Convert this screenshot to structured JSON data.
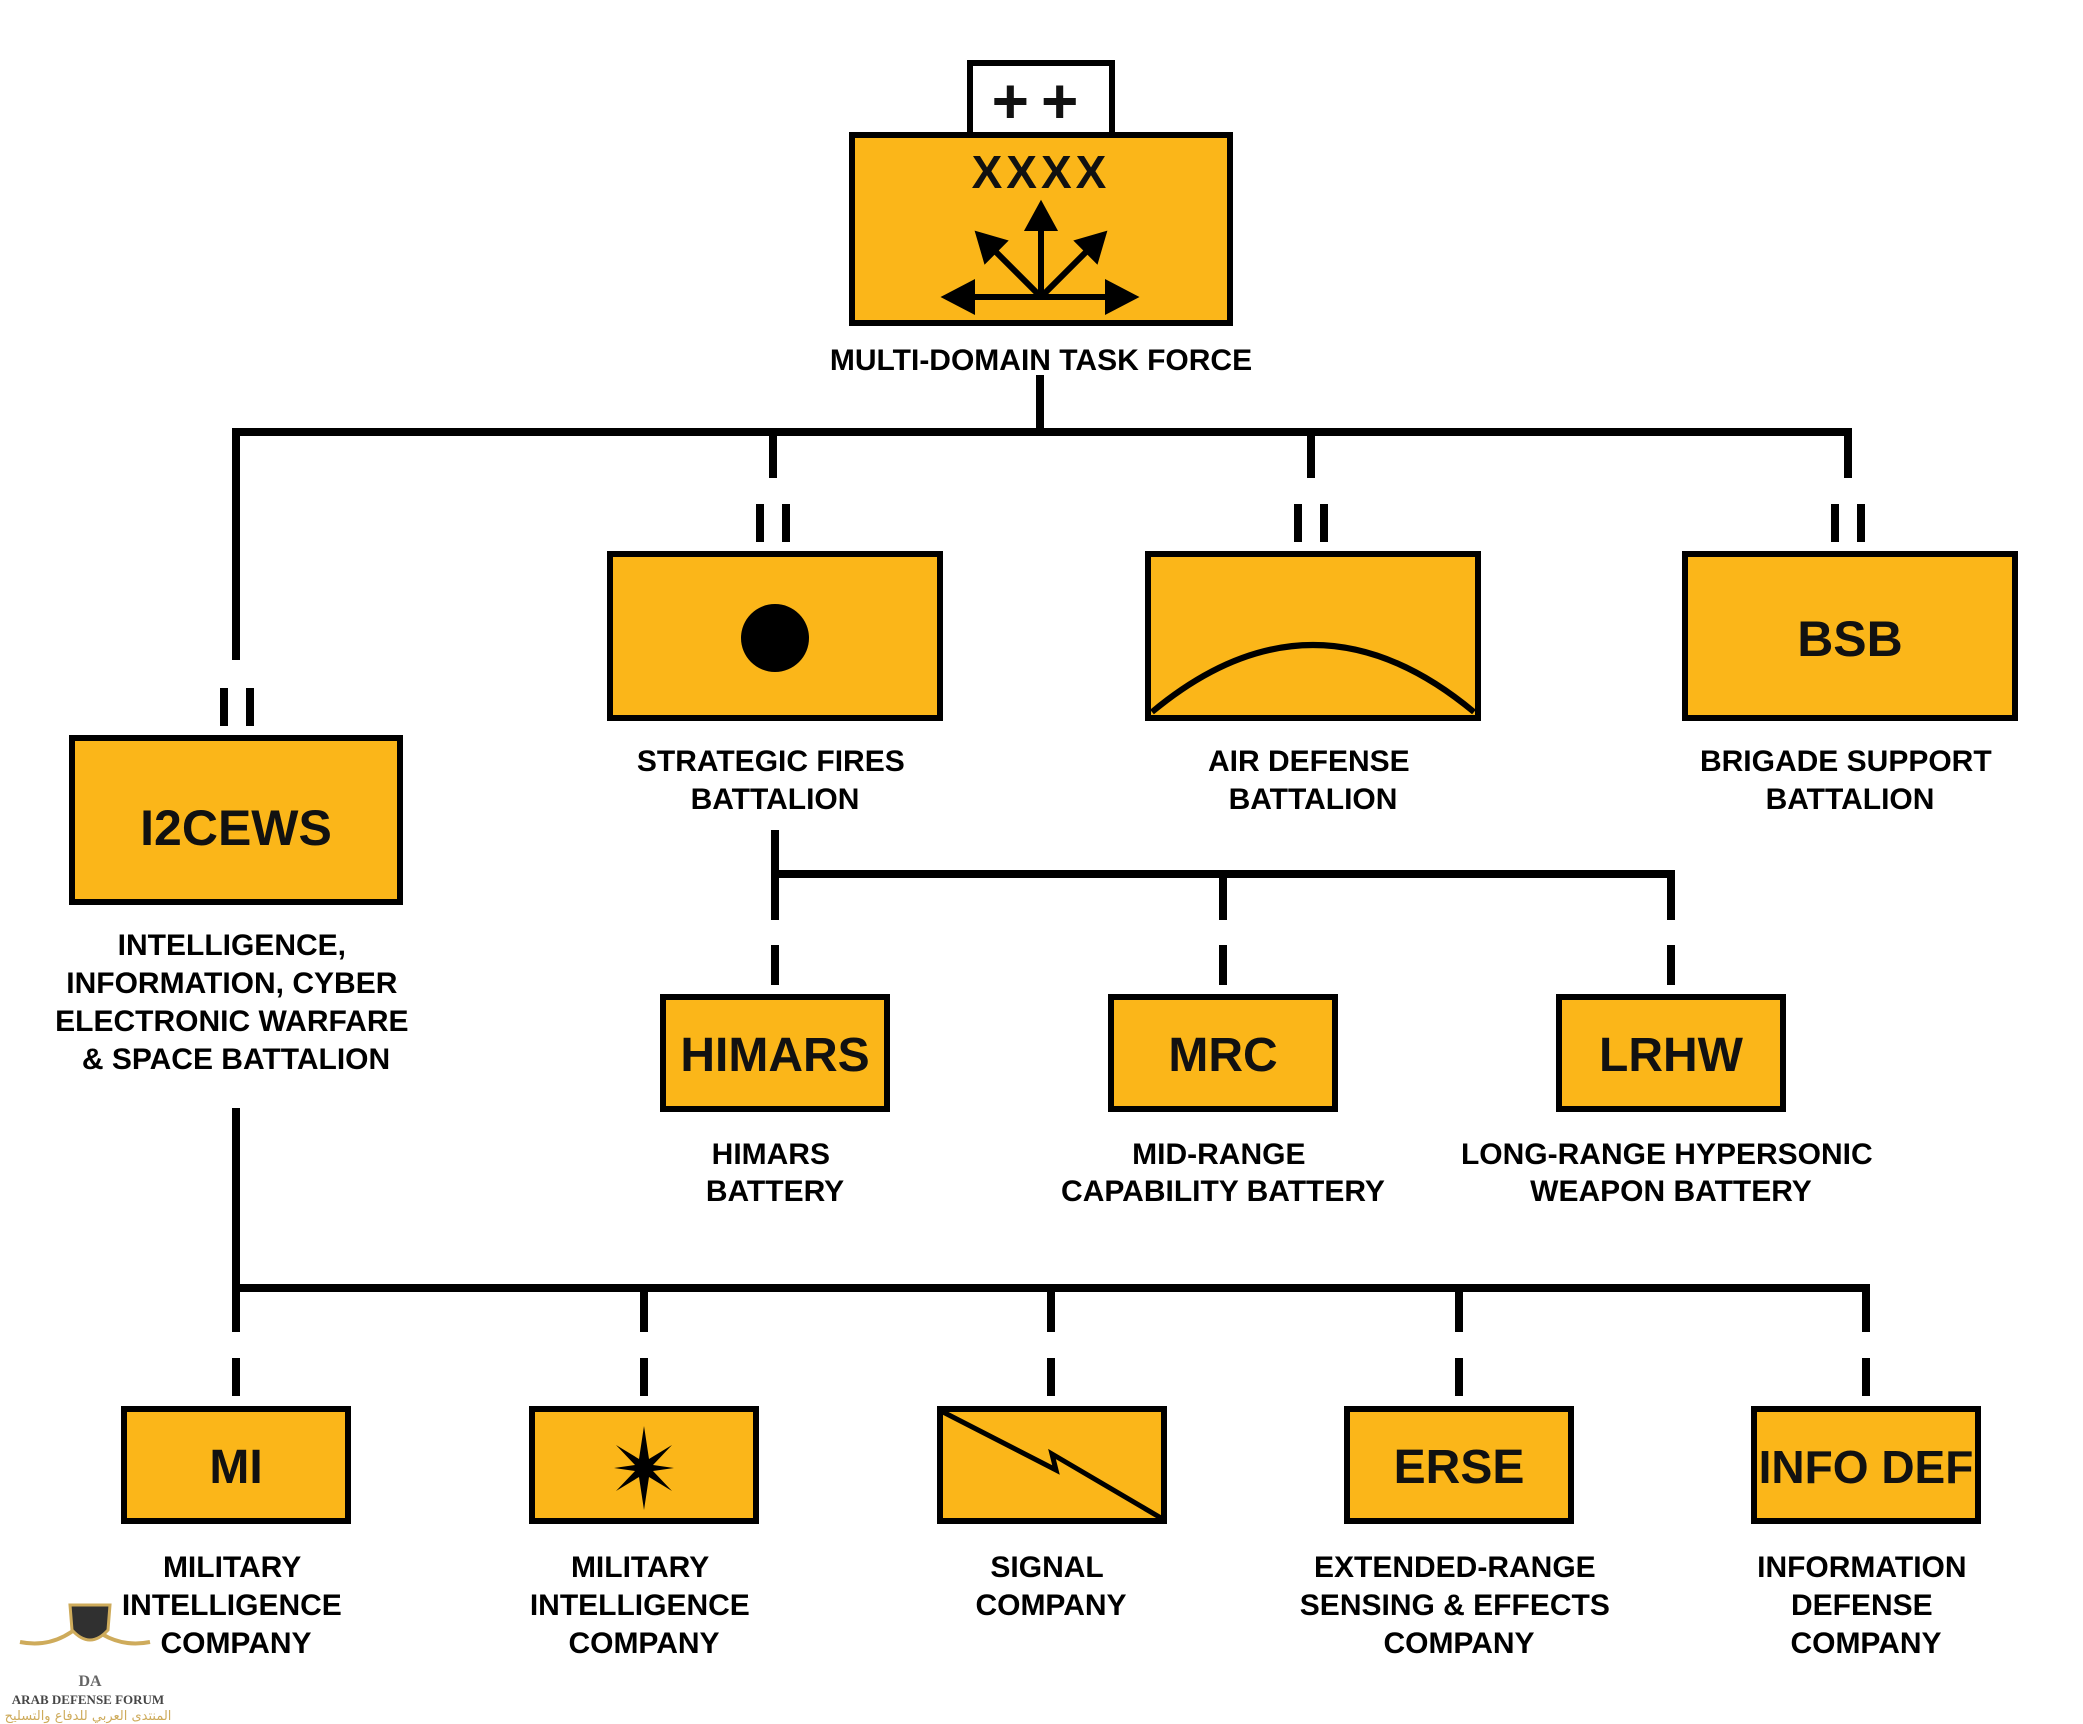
{
  "colors": {
    "unit_fill": "#FBB619",
    "line": "#000000",
    "background": "#FFFFFF",
    "watermark_gold": "#C9A24A"
  },
  "hq": {
    "top_tab": "++",
    "echelon": "XXXX",
    "label": "MULTI-DOMAIN TASK FORCE",
    "icon": "multi-domain-arrows-icon"
  },
  "battalions": [
    {
      "id": "i2cews",
      "box_text": "I2CEWS",
      "echelon": "II",
      "label_lines": [
        "INTELLIGENCE,",
        "INFORMATION, CYBER",
        "ELECTRONIC WARFARE",
        "& SPACE BATTALION"
      ]
    },
    {
      "id": "strategic-fires",
      "box_text": "",
      "icon": "field-artillery-dot-icon",
      "echelon": "II",
      "label_lines": [
        "STRATEGIC FIRES",
        "BATTALION"
      ]
    },
    {
      "id": "air-defense",
      "box_text": "",
      "icon": "air-defense-arc-icon",
      "echelon": "II",
      "label_lines": [
        "AIR DEFENSE",
        "BATTALION"
      ]
    },
    {
      "id": "bsb",
      "box_text": "BSB",
      "echelon": "II",
      "label_lines": [
        "BRIGADE SUPPORT",
        "BATTALION"
      ]
    }
  ],
  "batteries": [
    {
      "id": "himars",
      "box_text": "HIMARS",
      "echelon": "I",
      "label_lines": [
        "HIMARS",
        "BATTERY"
      ]
    },
    {
      "id": "mrc",
      "box_text": "MRC",
      "echelon": "I",
      "label_lines": [
        "MID-RANGE",
        "CAPABILITY BATTERY"
      ]
    },
    {
      "id": "lrhw",
      "box_text": "LRHW",
      "echelon": "I",
      "label_lines": [
        "LONG-RANGE HYPERSONIC",
        "WEAPON BATTERY"
      ]
    }
  ],
  "companies": [
    {
      "id": "mi",
      "box_text": "MI",
      "echelon": "I",
      "label_lines": [
        "MILITARY",
        "INTELLIGENCE",
        "COMPANY"
      ]
    },
    {
      "id": "mi-star",
      "box_text": "",
      "icon": "compass-star-icon",
      "echelon": "I",
      "label_lines": [
        "MILITARY",
        "INTELLIGENCE",
        "COMPANY"
      ]
    },
    {
      "id": "signal",
      "box_text": "",
      "icon": "lightning-bolt-icon",
      "echelon": "I",
      "label_lines": [
        "SIGNAL",
        "COMPANY"
      ]
    },
    {
      "id": "erse",
      "box_text": "ERSE",
      "echelon": "I",
      "label_lines": [
        "EXTENDED-RANGE",
        "SENSING & EFFECTS",
        "COMPANY"
      ]
    },
    {
      "id": "info-def",
      "box_text": "INFO DEF",
      "echelon": "I",
      "label_lines": [
        "INFORMATION",
        "DEFENSE",
        "COMPANY"
      ]
    }
  ],
  "watermark": {
    "logo": "arab-defense-forum-logo",
    "title": "ARAB DEFENSE FORUM",
    "subtitle": "المنتدى العربي للدفاع والتسليح"
  }
}
